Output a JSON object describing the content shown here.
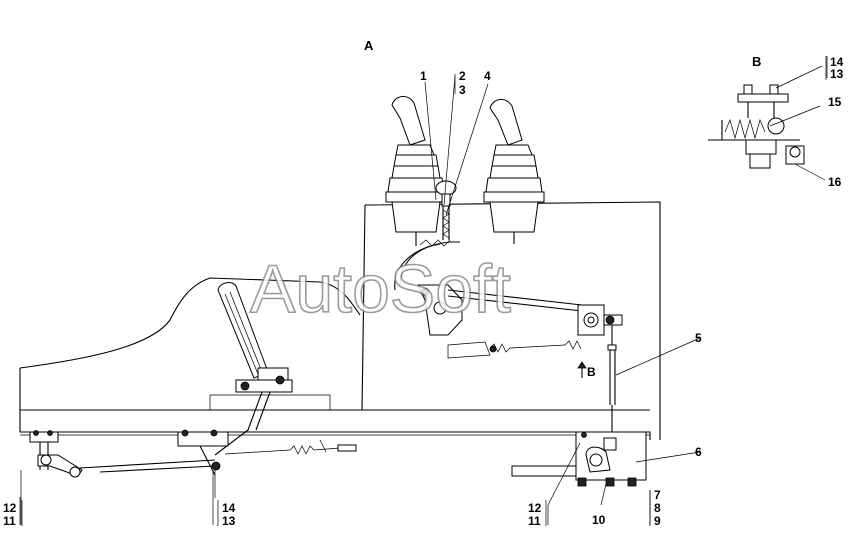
{
  "view_labels": {
    "main": "A",
    "detail": "B",
    "arrow_b": "B"
  },
  "callouts": {
    "c1": "1",
    "c2": "2",
    "c3": "3",
    "c4": "4",
    "c5": "5",
    "c6": "6",
    "c7": "7",
    "c8": "8",
    "c9": "9",
    "c10": "10",
    "c11a": "11",
    "c12a": "12",
    "c11b": "11",
    "c12b": "12",
    "c13a": "13",
    "c14a": "14",
    "c13b": "13",
    "c14b": "14",
    "c15": "15",
    "c16": "16"
  },
  "watermark": "AutoSoft"
}
